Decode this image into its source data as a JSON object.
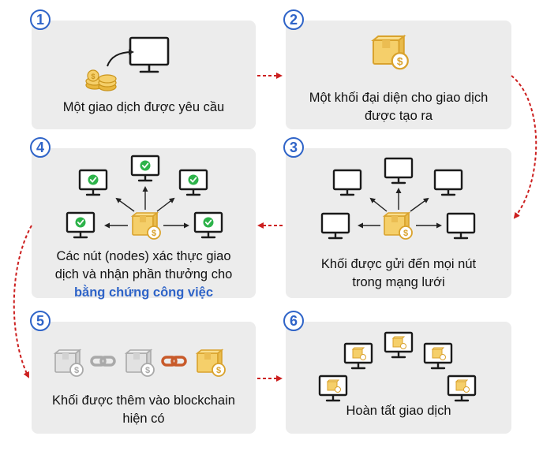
{
  "steps": [
    {
      "number": "1",
      "caption": [
        "Một giao dịch được yêu cầu"
      ]
    },
    {
      "number": "2",
      "caption": [
        "Một khối đại diện cho giao dịch",
        "được tạo ra"
      ]
    },
    {
      "number": "3",
      "caption": [
        "Khối được gửi đến mọi nút",
        "trong mạng lưới"
      ]
    },
    {
      "number": "4",
      "caption": [
        "Các nút (nodes) xác thực giao",
        "dịch và nhận phần thưởng cho"
      ],
      "highlight": "bằng chứng công việc"
    },
    {
      "number": "5",
      "caption": [
        "Khối được thêm vào blockchain",
        "hiện có"
      ]
    },
    {
      "number": "6",
      "caption": [
        "Hoàn tất giao dịch"
      ]
    }
  ],
  "colors": {
    "accent": "#2f64c8",
    "arrow": "#cc1f1f",
    "box": "#e8b640",
    "check": "#2db34a",
    "link": "#c85a2a"
  },
  "icons": [
    "monitor-icon",
    "coins-icon",
    "box-dollar-icon",
    "checkmark-icon",
    "chain-link-icon"
  ]
}
